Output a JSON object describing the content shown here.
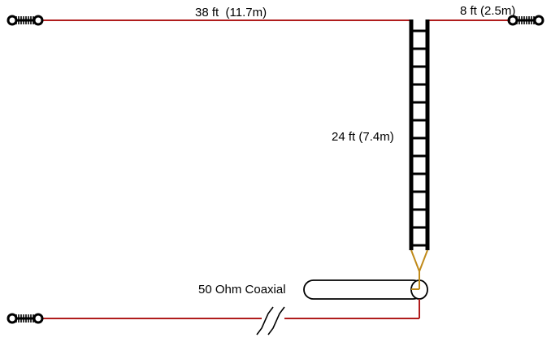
{
  "labels": {
    "left_wire": "38 ft  (11.7m)",
    "right_wire": "8 ft (2.5m)",
    "ladder_line": "24 ft (7.4m)",
    "coax": "50 Ohm Coaxial"
  },
  "colors": {
    "wire": "#b01c1c",
    "ladder": "#000000",
    "balun": "#c08a1a",
    "coax_outline": "#000000",
    "insulator": "#000000"
  },
  "icons": {
    "insulator": "end-insulator-icon",
    "break": "cable-break-icon"
  }
}
